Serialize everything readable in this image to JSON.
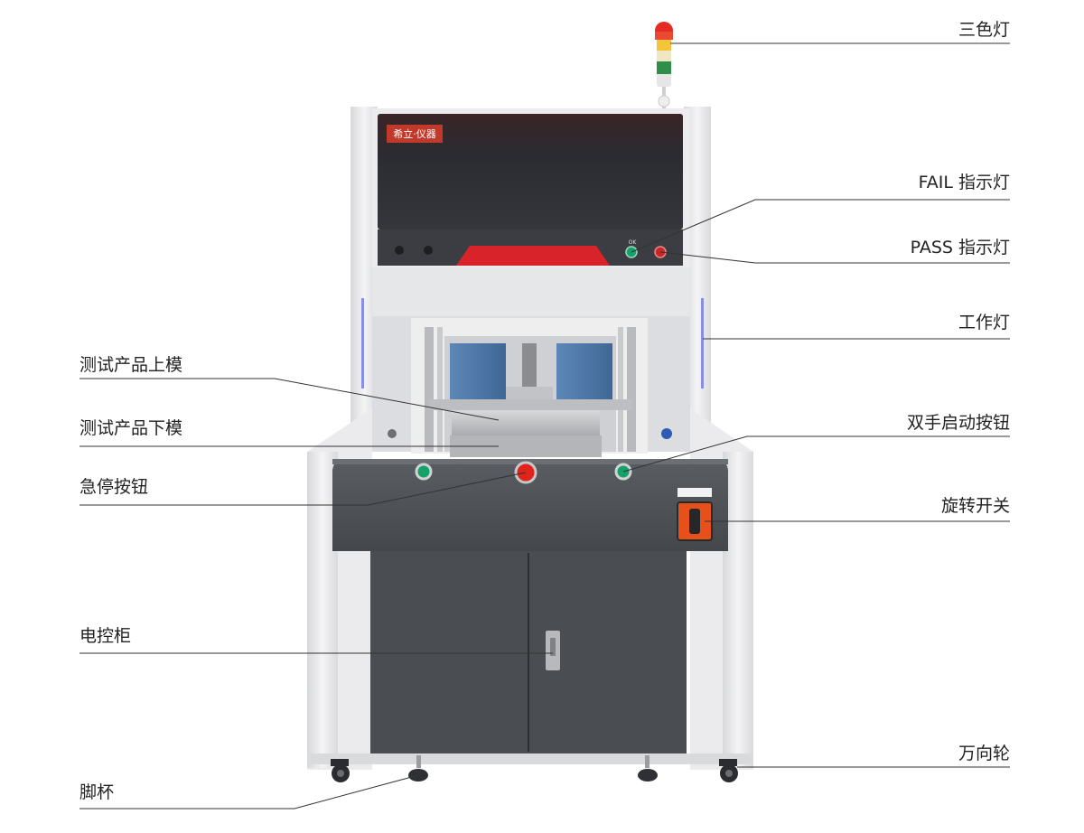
{
  "brand": {
    "text": "希立·仪器"
  },
  "indicator": {
    "ok_text": "OK"
  },
  "labels": {
    "tower_light": "三色灯",
    "fail_light": "FAIL 指示灯",
    "pass_light": "PASS 指示灯",
    "work_light": "工作灯",
    "upper_mold": "测试产品上模",
    "lower_mold": "测试产品下模",
    "two_hand_start": "双手启动按钮",
    "emergency_stop": "急停按钮",
    "rotary_switch": "旋转开关",
    "control_cabinet": "电控柜",
    "casters": "万向轮",
    "feet": "脚杯"
  },
  "colors": {
    "emergency_red": "#e0241b",
    "switch_orange": "#e8501a",
    "start_green": "#16a06a",
    "cabinet_gray": "#4a4d52",
    "frame_white": "#e9eaec",
    "window_dark": "#2a2b30"
  }
}
